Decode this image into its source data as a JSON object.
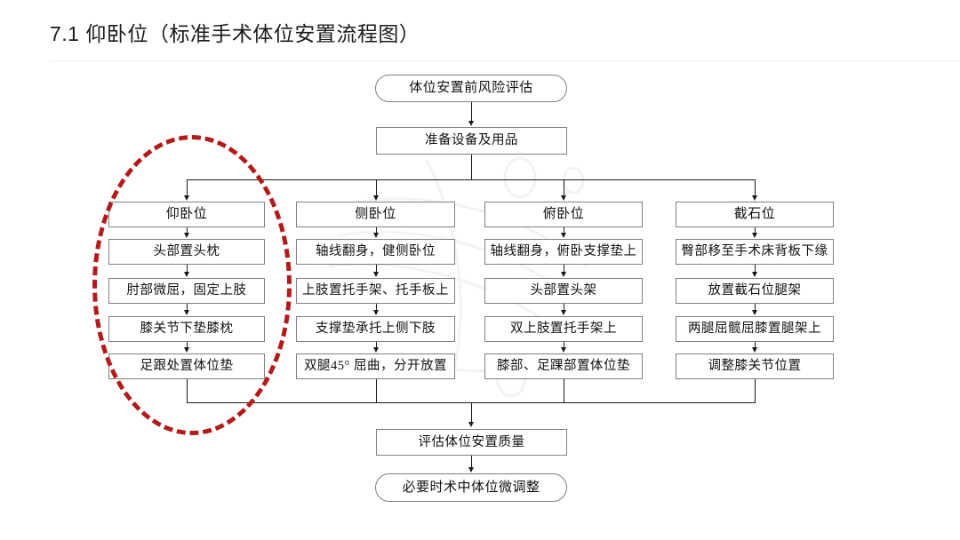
{
  "slide": {
    "title": "7.1 仰卧位（标准手术体位安置流程图）"
  },
  "flow": {
    "start": "体位安置前风险评估",
    "prepare": "准备设备及用品",
    "end_assess": "评估体位安置质量",
    "end_adjust": "必要时术中体位微调整"
  },
  "columns": [
    {
      "id": "supine",
      "header": "仰卧位",
      "steps": [
        "头部置头枕",
        "肘部微屈，固定上肢",
        "膝关节下垫膝枕",
        "足跟处置体位垫"
      ]
    },
    {
      "id": "lateral",
      "header": "侧卧位",
      "steps": [
        "轴线翻身，健侧卧位",
        "上肢置托手架、托手板上",
        "支撑垫承托上侧下肢",
        "双腿45° 屈曲，分开放置"
      ]
    },
    {
      "id": "prone",
      "header": "俯卧位",
      "steps": [
        "轴线翻身，俯卧支撑垫上",
        "头部置头架",
        "双上肢置托手架上",
        "膝部、足踝部置体位垫"
      ]
    },
    {
      "id": "lithotomy",
      "header": "截石位",
      "steps": [
        "臀部移至手术床背板下缘",
        "放置截石位腿架",
        "两腿屈髋屈膝置腿架上",
        "调整膝关节位置"
      ]
    }
  ],
  "annotation": {
    "highlight_color": "#b31a1a",
    "highlighted_column": "仰卧位"
  }
}
